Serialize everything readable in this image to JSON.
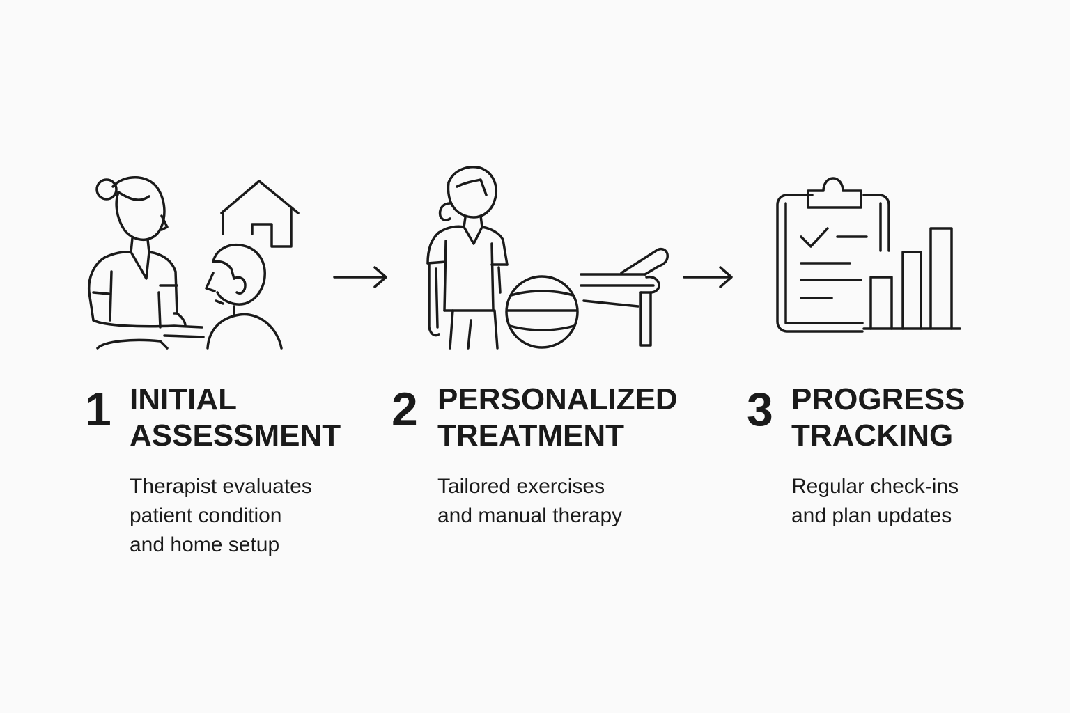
{
  "steps": [
    {
      "number": "1",
      "title_lines": [
        "INITIAL",
        "ASSESSMENT"
      ],
      "desc_lines": [
        "Therapist evaluates",
        "patient condition",
        "and home setup"
      ]
    },
    {
      "number": "2",
      "title_lines": [
        "PERSONALIZED",
        "TREATMENT"
      ],
      "desc_lines": [
        "Tailored exercises",
        "and manual therapy"
      ]
    },
    {
      "number": "3",
      "title_lines": [
        "PROGRESS",
        "TRACKING"
      ],
      "desc_lines": [
        "Regular check-ins",
        "and plan updates"
      ]
    }
  ],
  "colors": {
    "background": "#fafafa",
    "ink": "#1a1a1a"
  },
  "icons": [
    "therapist-icon",
    "patient-icon",
    "house-icon",
    "arrow-right-icon",
    "exercise-ball-icon",
    "treatment-table-icon",
    "clipboard-checklist-icon",
    "bar-chart-icon"
  ]
}
